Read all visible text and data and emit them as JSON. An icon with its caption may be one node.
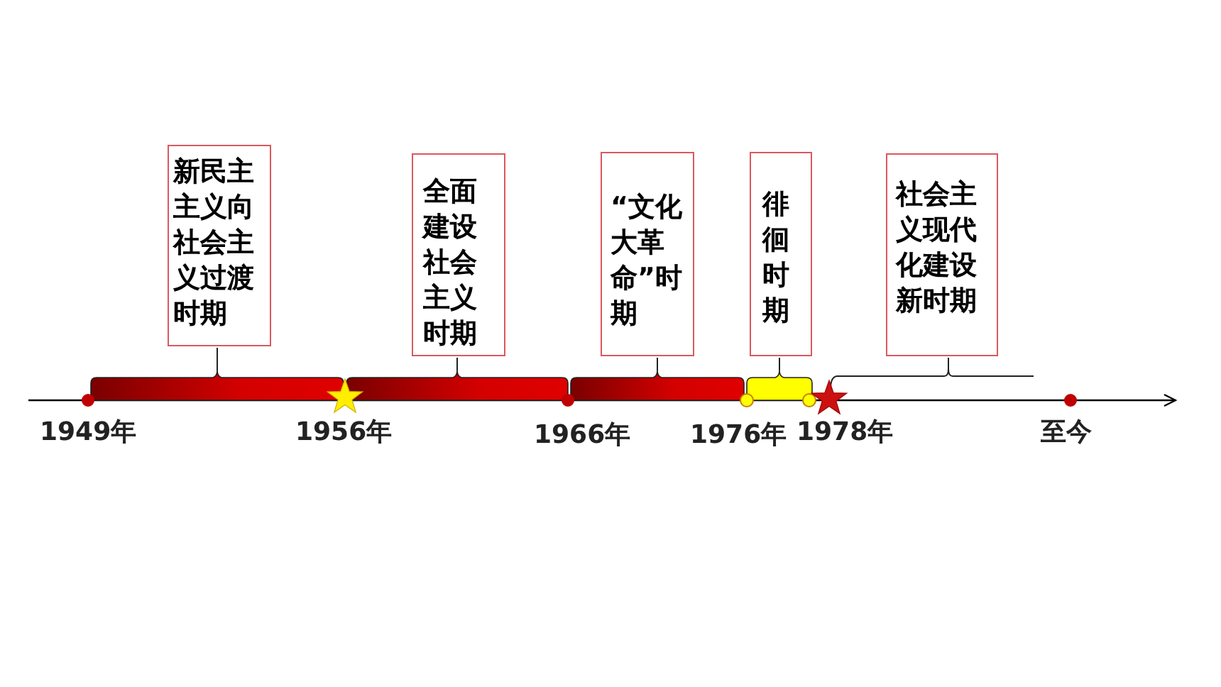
{
  "diagram": {
    "nodes": [
      {
        "text": [
          "新民主主义向社会主义过渡时期"
        ]
      },
      {
        "text": [
          "全面建设社会主义时期"
        ]
      },
      {
        "text": [
          "“文化大革命”时期"
        ]
      },
      {
        "text": [
          "徘徊时期"
        ]
      },
      {
        "text": [
          "社会主义现代化建设新时期"
        ]
      }
    ],
    "edges": [],
    "labels": [
      "1949年",
      "1956年",
      "1966年",
      "1976年",
      "1978年",
      "至今"
    ]
  }
}
